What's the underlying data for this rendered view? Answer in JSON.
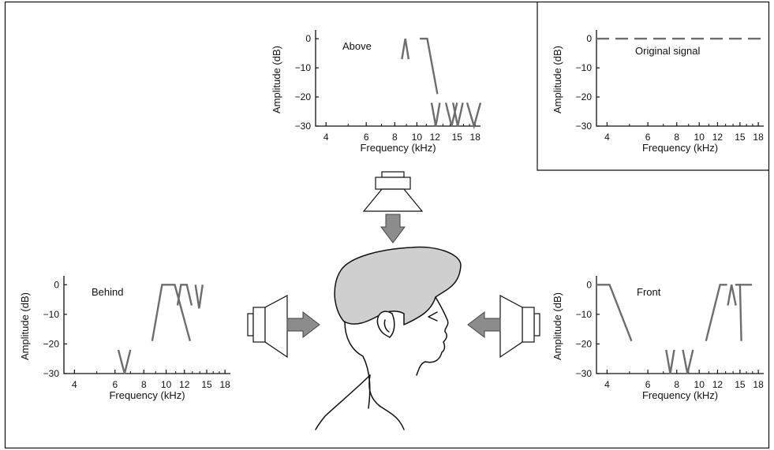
{
  "panels": {
    "above": {
      "label": "Above"
    },
    "original": {
      "label": "Original signal"
    },
    "behind": {
      "label": "Behind"
    },
    "front": {
      "label": "Front"
    }
  },
  "axes": {
    "ylabel": "Amplitude (dB)",
    "xlabel": "Frequency (kHz)",
    "yticks": [
      "0",
      "−10",
      "−20",
      "−30"
    ],
    "xticks": [
      "4",
      "6",
      "8",
      "10",
      "12",
      "15",
      "18"
    ]
  },
  "chart_data": [
    {
      "type": "line",
      "label": "Above",
      "xlabel": "Frequency (kHz)",
      "ylabel": "Amplitude (dB)",
      "xscale": "log",
      "xlim": [
        3.6,
        19
      ],
      "ylim": [
        -30,
        3
      ],
      "xticks": [
        4,
        6,
        8,
        10,
        12,
        15,
        18
      ],
      "yticks": [
        0,
        -10,
        -20,
        -30
      ],
      "segments": [
        [
          [
            8.6,
            -7
          ],
          [
            8.9,
            0
          ],
          [
            9.2,
            -7
          ]
        ],
        [
          [
            10.3,
            0
          ],
          [
            11.1,
            0
          ],
          [
            12.3,
            -19
          ]
        ],
        [
          [
            11.6,
            -22
          ],
          [
            12.1,
            -30
          ],
          [
            12.6,
            -22
          ]
        ],
        [
          [
            13.4,
            -22
          ],
          [
            14.2,
            -30
          ],
          [
            15.0,
            -22
          ]
        ],
        [
          [
            14.4,
            -22
          ],
          [
            15.1,
            -30
          ],
          [
            15.9,
            -22
          ]
        ],
        [
          [
            16.6,
            -22
          ],
          [
            17.8,
            -30
          ],
          [
            19.0,
            -22
          ]
        ]
      ]
    },
    {
      "type": "line",
      "label": "Original signal",
      "xlabel": "Frequency (kHz)",
      "ylabel": "Amplitude (dB)",
      "xscale": "log",
      "style": "dashed",
      "xlim": [
        3.6,
        19
      ],
      "ylim": [
        -30,
        3
      ],
      "xticks": [
        4,
        6,
        8,
        10,
        12,
        15,
        18
      ],
      "yticks": [
        0,
        -10,
        -20,
        -30
      ],
      "segments": [
        [
          [
            3.6,
            0
          ],
          [
            19,
            0
          ]
        ]
      ]
    },
    {
      "type": "line",
      "label": "Behind",
      "xlabel": "Frequency (kHz)",
      "ylabel": "Amplitude (dB)",
      "xscale": "log",
      "xlim": [
        3.6,
        19
      ],
      "ylim": [
        -30,
        3
      ],
      "xticks": [
        4,
        6,
        8,
        10,
        12,
        15,
        18
      ],
      "yticks": [
        0,
        -10,
        -20,
        -30
      ],
      "segments": [
        [
          [
            6.2,
            -22
          ],
          [
            6.6,
            -30
          ],
          [
            7.0,
            -22
          ]
        ],
        [
          [
            8.7,
            -19
          ],
          [
            9.6,
            0
          ],
          [
            10.9,
            0
          ],
          [
            12.7,
            -19
          ]
        ],
        [
          [
            11.2,
            -7
          ],
          [
            11.6,
            0
          ],
          [
            12.3,
            0
          ],
          [
            12.9,
            -7
          ]
        ],
        [
          [
            13.4,
            0
          ],
          [
            13.9,
            -8
          ],
          [
            14.4,
            0
          ]
        ]
      ]
    },
    {
      "type": "line",
      "label": "Front",
      "xlabel": "Frequency (kHz)",
      "ylabel": "Amplitude (dB)",
      "xscale": "log",
      "xlim": [
        3.6,
        19
      ],
      "ylim": [
        -30,
        3
      ],
      "xticks": [
        4,
        6,
        8,
        10,
        12,
        15,
        18
      ],
      "yticks": [
        0,
        -10,
        -20,
        -30
      ],
      "segments": [
        [
          [
            3.6,
            0
          ],
          [
            4.1,
            0
          ],
          [
            5.1,
            -19
          ]
        ],
        [
          [
            7.2,
            -22
          ],
          [
            7.5,
            -30
          ],
          [
            7.8,
            -22
          ]
        ],
        [
          [
            8.5,
            -22
          ],
          [
            8.9,
            -30
          ],
          [
            9.4,
            -22
          ]
        ],
        [
          [
            10.7,
            -19
          ],
          [
            12.3,
            0
          ],
          [
            13.2,
            0
          ]
        ],
        [
          [
            13.3,
            -7
          ],
          [
            13.8,
            0
          ],
          [
            14.4,
            -7
          ]
        ],
        [
          [
            14.3,
            0
          ],
          [
            15.0,
            0
          ],
          [
            15.2,
            -19
          ]
        ],
        [
          [
            14.9,
            0
          ],
          [
            16.9,
            0
          ]
        ]
      ]
    }
  ]
}
